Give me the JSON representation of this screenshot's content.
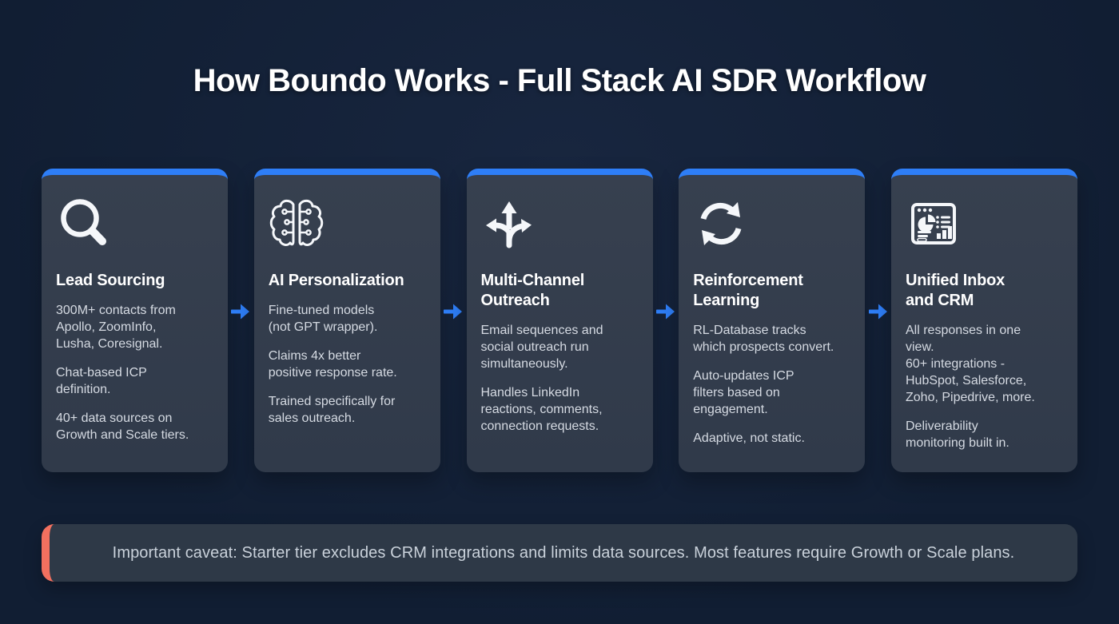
{
  "page": {
    "title": "How Boundo Works - Full Stack AI SDR Workflow"
  },
  "colors": {
    "background": "#111e33",
    "card_background": "#333e4f",
    "accent_blue": "#2e7ef7",
    "accent_coral": "#f2705f",
    "title_text": "#ffffff",
    "body_text": "#d5dae2",
    "caveat_text": "#c9d1da"
  },
  "cards": [
    {
      "icon": "search-icon",
      "title": "Lead Sourcing",
      "paragraphs": [
        "300M+ contacts from\nApollo, ZoomInfo,\nLusha, Coresignal.",
        "Chat-based ICP\ndefinition.",
        "40+ data sources on\nGrowth and Scale tiers."
      ]
    },
    {
      "icon": "brain-circuit-icon",
      "title": "AI Personalization",
      "paragraphs": [
        "Fine-tuned models\n(not GPT wrapper).",
        "Claims 4x better\npositive response rate.",
        "Trained specifically for\nsales outreach."
      ]
    },
    {
      "icon": "split-arrows-icon",
      "title": "Multi-Channel\nOutreach",
      "paragraphs": [
        "Email sequences and\nsocial outreach run\nsimultaneously.",
        "Handles LinkedIn\nreactions, comments,\nconnection requests."
      ]
    },
    {
      "icon": "sync-arrows-icon",
      "title": "Reinforcement\nLearning",
      "paragraphs": [
        "RL-Database tracks\nwhich prospects convert.",
        "Auto-updates ICP\nfilters based on\nengagement.",
        "Adaptive, not static."
      ]
    },
    {
      "icon": "dashboard-icon",
      "title": "Unified Inbox\nand CRM",
      "paragraphs": [
        "All responses in one\nview.\n60+ integrations -\nHubSpot, Salesforce,\nZoho, Pipedrive, more.",
        "Deliverability\nmonitoring built in."
      ]
    }
  ],
  "caveat": {
    "text": "Important caveat: Starter tier excludes CRM integrations and limits data sources. Most features require Growth or Scale plans."
  }
}
